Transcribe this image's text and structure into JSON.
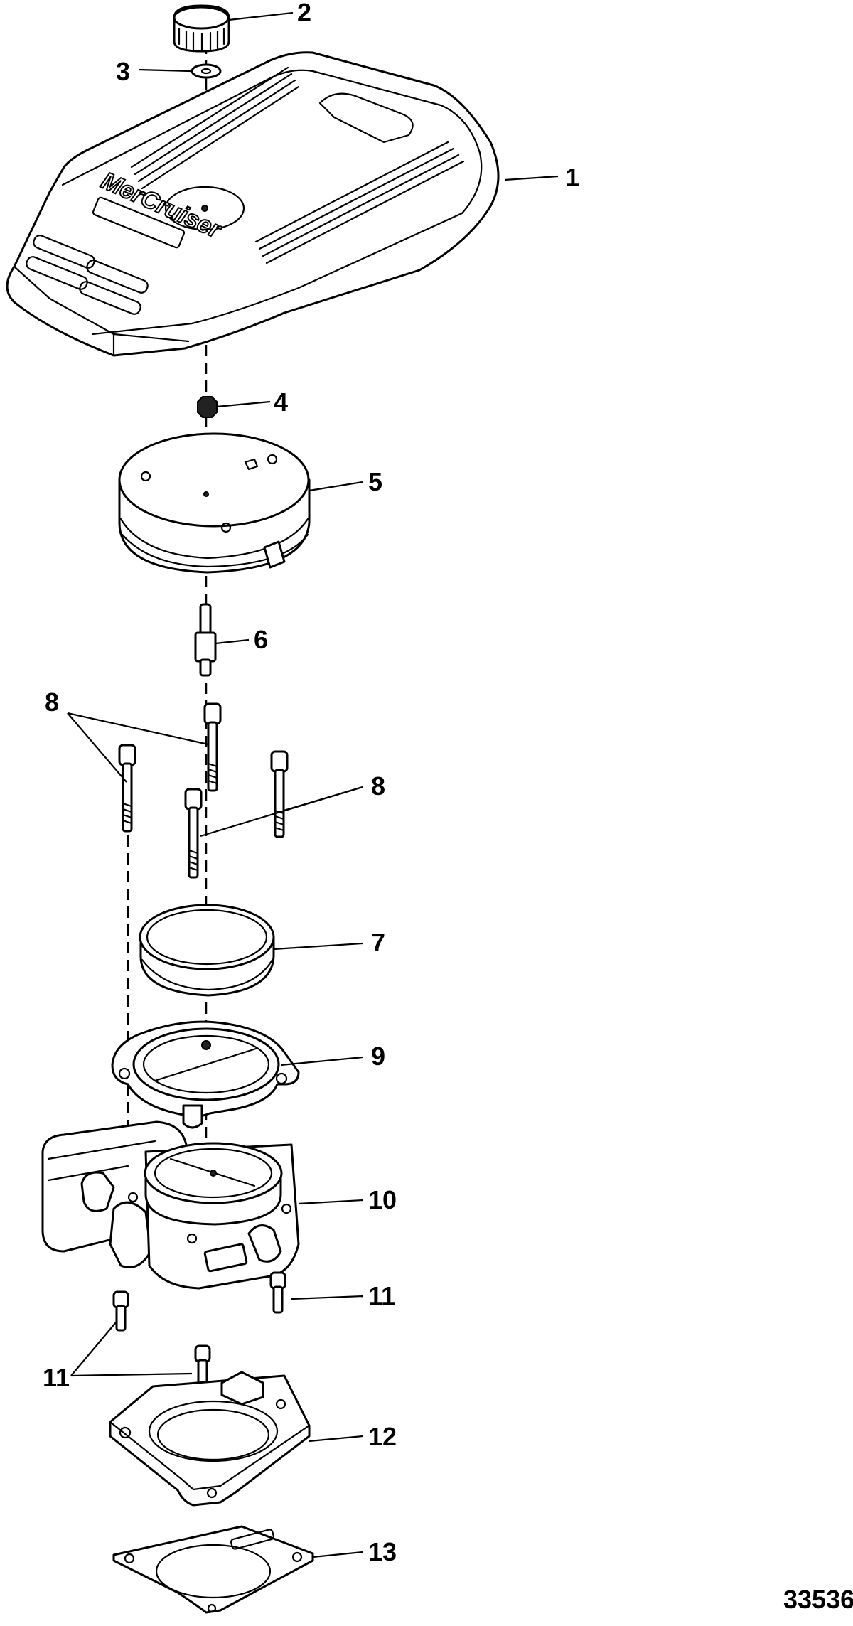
{
  "diagram": {
    "brand_text": "MerCruiser",
    "figure_number": "33536",
    "callouts": {
      "c1": "1",
      "c2": "2",
      "c3": "3",
      "c4": "4",
      "c5": "5",
      "c6": "6",
      "c7": "7",
      "c8a": "8",
      "c8b": "8",
      "c9": "9",
      "c10": "10",
      "c11a": "11",
      "c11b": "11",
      "c12": "12",
      "c13": "13"
    }
  }
}
